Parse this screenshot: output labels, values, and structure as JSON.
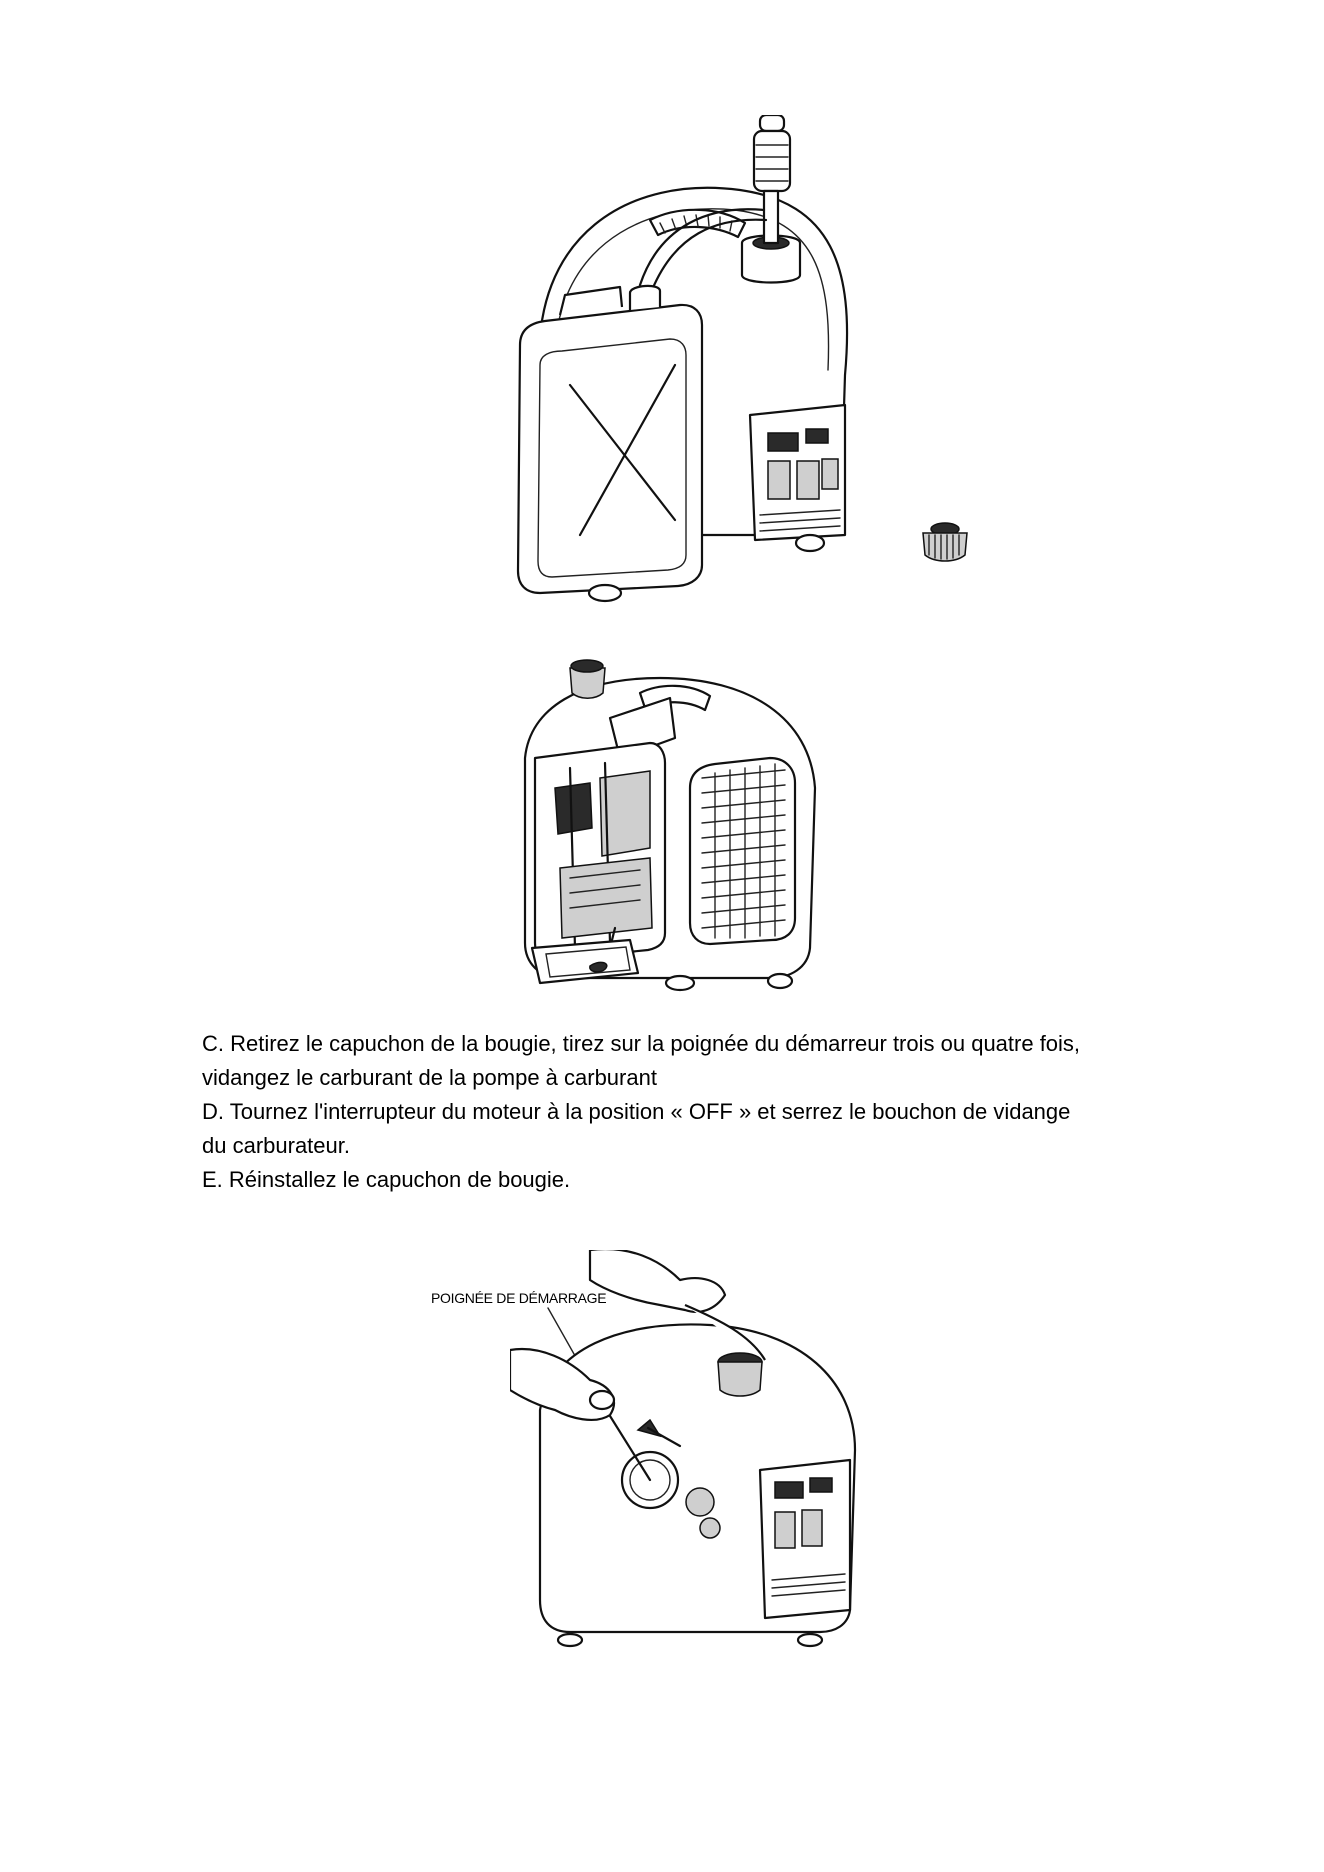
{
  "instructions": [
    "C. Retirez le capuchon de la bougie, tirez sur la poignée du démarreur trois ou quatre fois,",
    "vidangez le carburant de la pompe  à  carburant",
    "D. Tournez l'interrupteur du moteur  à  la position « OFF » et serrez le bouchon de vidange",
    "du carburateur.",
    "E. Réinstallez le capuchon de bougie."
  ],
  "figure3": {
    "callout_label": "POIGNÉE DE DÉMARRAGE"
  }
}
